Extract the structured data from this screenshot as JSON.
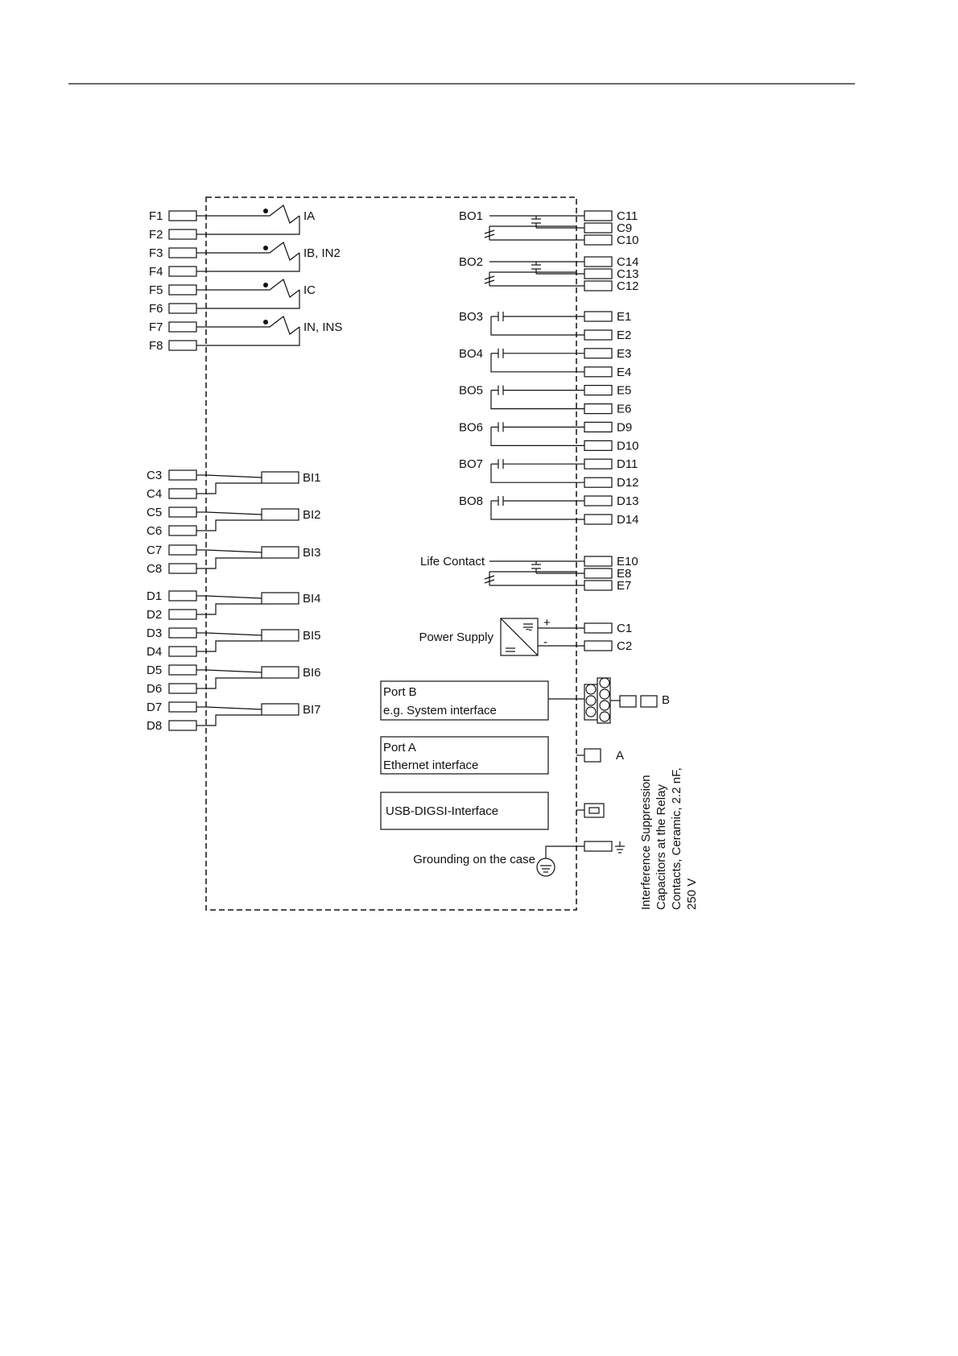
{
  "current_inputs": [
    {
      "terminals": [
        "F1",
        "F2"
      ],
      "label": "IA"
    },
    {
      "terminals": [
        "F3",
        "F4"
      ],
      "label": "IB, IN2"
    },
    {
      "terminals": [
        "F5",
        "F6"
      ],
      "label": "IC"
    },
    {
      "terminals": [
        "F7",
        "F8"
      ],
      "label": "IN, INS"
    }
  ],
  "binary_inputs": [
    {
      "terminals": [
        "C3",
        "C4"
      ],
      "label": "BI1"
    },
    {
      "terminals": [
        "C5",
        "C6"
      ],
      "label": "BI2"
    },
    {
      "terminals": [
        "C7",
        "C8"
      ],
      "label": "BI3"
    },
    {
      "terminals": [
        "D1",
        "D2"
      ],
      "label": "BI4"
    },
    {
      "terminals": [
        "D3",
        "D4"
      ],
      "label": "BI5"
    },
    {
      "terminals": [
        "D5",
        "D6"
      ],
      "label": "BI6"
    },
    {
      "terminals": [
        "D7",
        "D8"
      ],
      "label": "BI7"
    }
  ],
  "changeover_outputs": [
    {
      "label": "BO1",
      "terminals": [
        "C11",
        "C9",
        "C10"
      ]
    },
    {
      "label": "BO2",
      "terminals": [
        "C14",
        "C13",
        "C12"
      ]
    }
  ],
  "normally_open_outputs": [
    {
      "label": "BO3",
      "terminals": [
        "E1",
        "E2"
      ]
    },
    {
      "label": "BO4",
      "terminals": [
        "E3",
        "E4"
      ]
    },
    {
      "label": "BO5",
      "terminals": [
        "E5",
        "E6"
      ]
    },
    {
      "label": "BO6",
      "terminals": [
        "D9",
        "D10"
      ]
    },
    {
      "label": "BO7",
      "terminals": [
        "D11",
        "D12"
      ]
    },
    {
      "label": "BO8",
      "terminals": [
        "D13",
        "D14"
      ]
    }
  ],
  "life_contact": {
    "label": "Life Contact",
    "terminals": [
      "E10",
      "E8",
      "E7"
    ]
  },
  "power_supply": {
    "label": "Power Supply",
    "plus": "+",
    "minus": "-",
    "terminals": [
      "C1",
      "C2"
    ]
  },
  "port_b": {
    "line1": "Port B",
    "line2": "e.g. System interface",
    "tag": "B"
  },
  "port_a": {
    "line1": "Port A",
    "line2": "Ethernet interface",
    "tag": "A"
  },
  "usb": {
    "label": "USB-DIGSI-Interface"
  },
  "grounding": {
    "label": "Grounding on the case"
  },
  "note": {
    "lines": [
      "Interference Suppression",
      "Capacitors at the Relay",
      "Contacts, Ceramic, 2.2 nF,",
      "250 V"
    ]
  }
}
